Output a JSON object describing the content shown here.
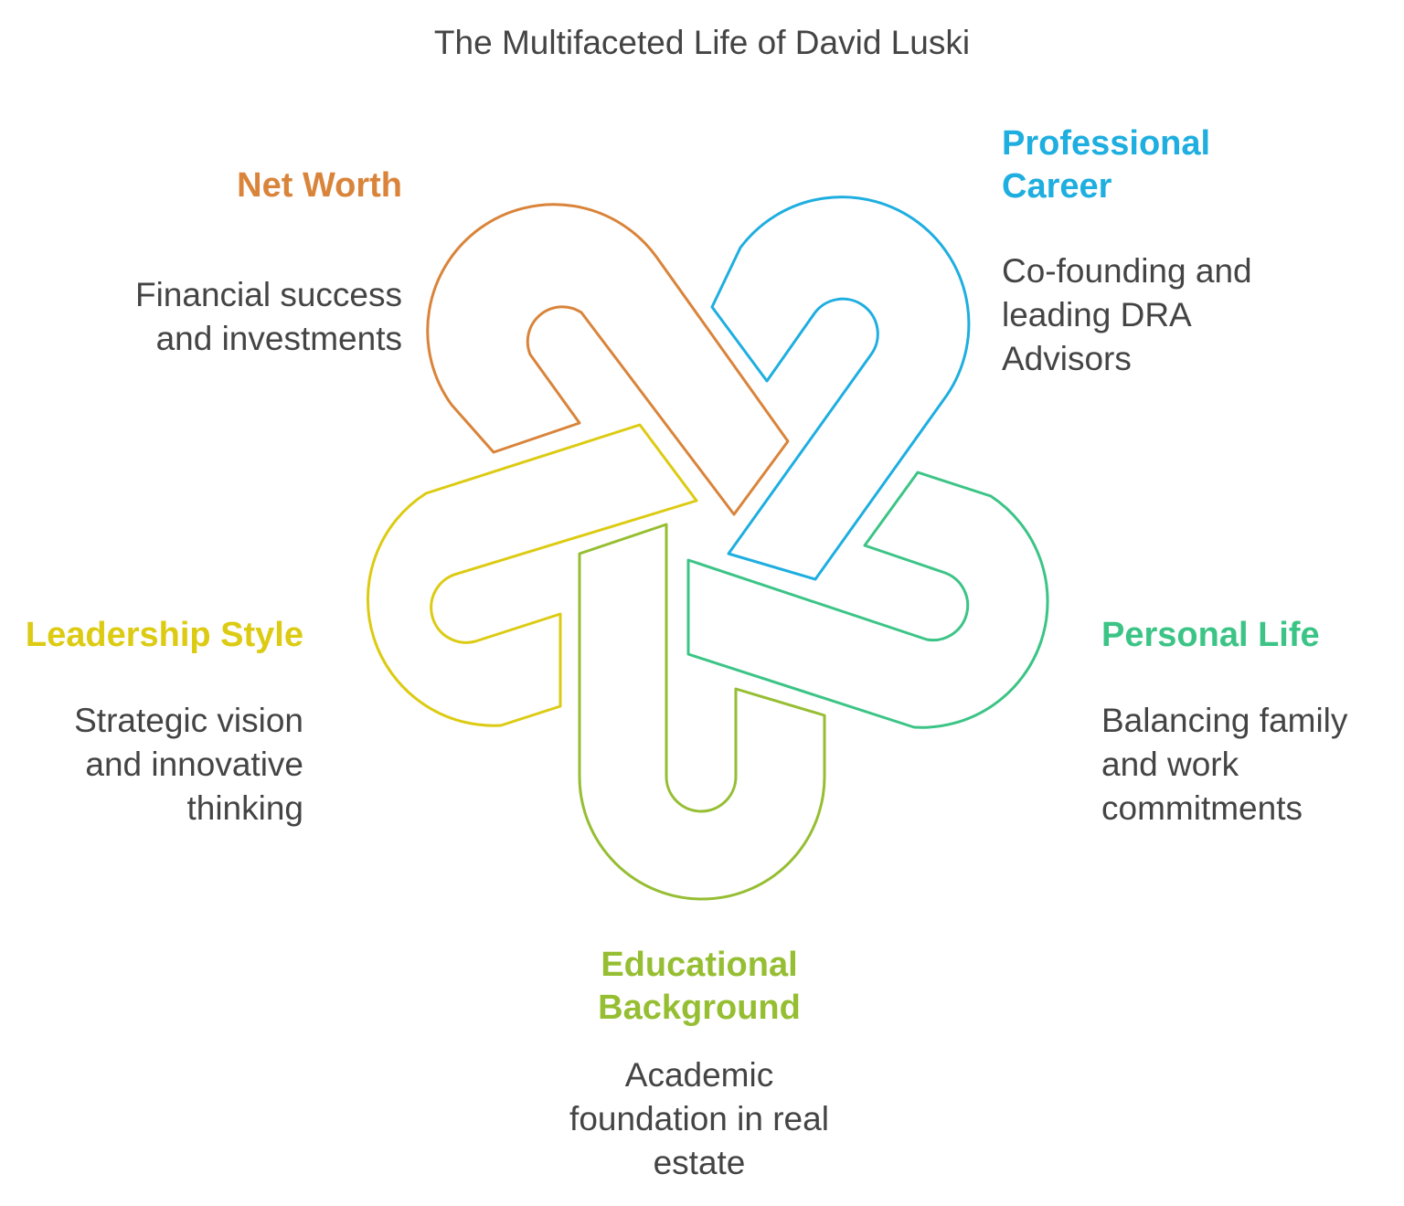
{
  "title": "The Multifaceted Life of David Luski",
  "colors": {
    "net_worth": "#D9843A",
    "career": "#1EAEE0",
    "leadership": "#DCCB12",
    "personal": "#3CC486",
    "education": "#96BE32",
    "text": "#444444"
  },
  "sections": {
    "net_worth": {
      "heading": "Net Worth",
      "description": "Financial success\nand investments"
    },
    "career": {
      "heading": "Professional\nCareer",
      "description": "Co-founding and\nleading DRA\nAdvisors"
    },
    "leadership": {
      "heading": "Leadership Style",
      "description": "Strategic vision\nand innovative\nthinking"
    },
    "personal": {
      "heading": "Personal Life",
      "description": "Balancing family\nand work\ncommitments"
    },
    "education": {
      "heading": "Educational\nBackground",
      "description": "Academic\nfoundation in real\nestate"
    }
  }
}
